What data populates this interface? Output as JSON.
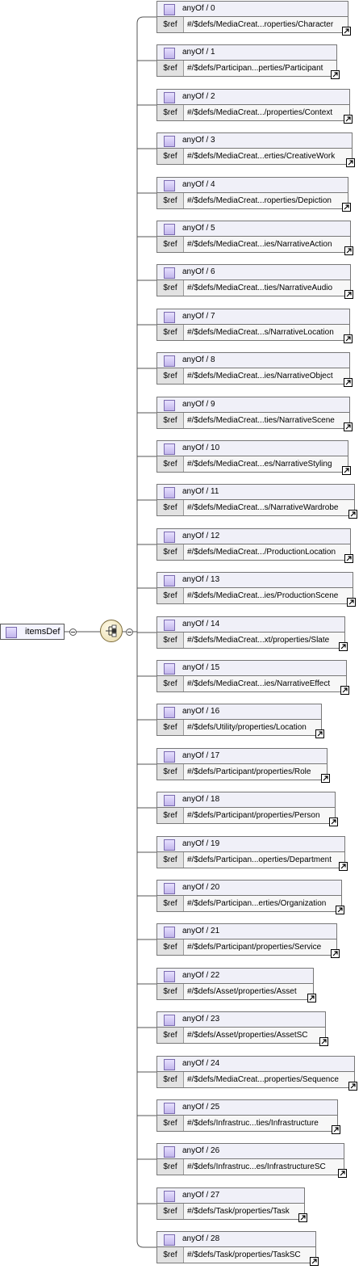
{
  "root": {
    "label": "itemsDef",
    "icon": "element-icon"
  },
  "compositor": {
    "icon": "choice-compositor-icon"
  },
  "items": [
    {
      "name": "anyOf / 0",
      "key": "$ref",
      "ref": "#/$defs/MediaCreat...roperties/Character"
    },
    {
      "name": "anyOf / 1",
      "key": "$ref",
      "ref": "#/$defs/Participan...perties/Participant"
    },
    {
      "name": "anyOf / 2",
      "key": "$ref",
      "ref": "#/$defs/MediaCreat.../properties/Context"
    },
    {
      "name": "anyOf / 3",
      "key": "$ref",
      "ref": "#/$defs/MediaCreat...erties/CreativeWork"
    },
    {
      "name": "anyOf / 4",
      "key": "$ref",
      "ref": "#/$defs/MediaCreat...roperties/Depiction"
    },
    {
      "name": "anyOf / 5",
      "key": "$ref",
      "ref": "#/$defs/MediaCreat...ies/NarrativeAction"
    },
    {
      "name": "anyOf / 6",
      "key": "$ref",
      "ref": "#/$defs/MediaCreat...ties/NarrativeAudio"
    },
    {
      "name": "anyOf / 7",
      "key": "$ref",
      "ref": "#/$defs/MediaCreat...s/NarrativeLocation"
    },
    {
      "name": "anyOf / 8",
      "key": "$ref",
      "ref": "#/$defs/MediaCreat...ies/NarrativeObject"
    },
    {
      "name": "anyOf / 9",
      "key": "$ref",
      "ref": "#/$defs/MediaCreat...ties/NarrativeScene"
    },
    {
      "name": "anyOf / 10",
      "key": "$ref",
      "ref": "#/$defs/MediaCreat...es/NarrativeStyling"
    },
    {
      "name": "anyOf / 11",
      "key": "$ref",
      "ref": "#/$defs/MediaCreat...s/NarrativeWardrobe"
    },
    {
      "name": "anyOf / 12",
      "key": "$ref",
      "ref": "#/$defs/MediaCreat.../ProductionLocation"
    },
    {
      "name": "anyOf / 13",
      "key": "$ref",
      "ref": "#/$defs/MediaCreat...ies/ProductionScene"
    },
    {
      "name": "anyOf / 14",
      "key": "$ref",
      "ref": "#/$defs/MediaCreat...xt/properties/Slate"
    },
    {
      "name": "anyOf / 15",
      "key": "$ref",
      "ref": "#/$defs/MediaCreat...ies/NarrativeEffect"
    },
    {
      "name": "anyOf / 16",
      "key": "$ref",
      "ref": "#/$defs/Utility/properties/Location"
    },
    {
      "name": "anyOf / 17",
      "key": "$ref",
      "ref": "#/$defs/Participant/properties/Role"
    },
    {
      "name": "anyOf / 18",
      "key": "$ref",
      "ref": "#/$defs/Participant/properties/Person"
    },
    {
      "name": "anyOf / 19",
      "key": "$ref",
      "ref": "#/$defs/Participan...operties/Department"
    },
    {
      "name": "anyOf / 20",
      "key": "$ref",
      "ref": "#/$defs/Participan...erties/Organization"
    },
    {
      "name": "anyOf / 21",
      "key": "$ref",
      "ref": "#/$defs/Participant/properties/Service"
    },
    {
      "name": "anyOf / 22",
      "key": "$ref",
      "ref": "#/$defs/Asset/properties/Asset"
    },
    {
      "name": "anyOf / 23",
      "key": "$ref",
      "ref": "#/$defs/Asset/properties/AssetSC"
    },
    {
      "name": "anyOf / 24",
      "key": "$ref",
      "ref": "#/$defs/MediaCreat...properties/Sequence"
    },
    {
      "name": "anyOf / 25",
      "key": "$ref",
      "ref": "#/$defs/Infrastruc...ties/Infrastructure"
    },
    {
      "name": "anyOf / 26",
      "key": "$ref",
      "ref": "#/$defs/Infrastruc...es/InfrastructureSC"
    },
    {
      "name": "anyOf / 27",
      "key": "$ref",
      "ref": "#/$defs/Task/properties/Task"
    },
    {
      "name": "anyOf / 28",
      "key": "$ref",
      "ref": "#/$defs/Task/properties/TaskSC"
    }
  ]
}
